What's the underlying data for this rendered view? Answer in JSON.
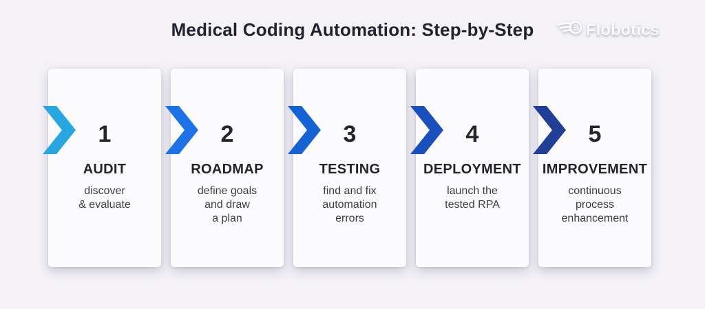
{
  "header": {
    "title": "Medical Coding Automation: Step-by-Step"
  },
  "logo": {
    "text": "Flobotics"
  },
  "steps": [
    {
      "number": "1",
      "title": "AUDIT",
      "description": "discover\n& evaluate",
      "chevron_color": "#27a7e0"
    },
    {
      "number": "2",
      "title": "ROADMAP",
      "description": "define goals\nand draw\na plan",
      "chevron_color": "#1d72e7"
    },
    {
      "number": "3",
      "title": "TESTING",
      "description": "find and fix\nautomation\nerrors",
      "chevron_color": "#1562d5"
    },
    {
      "number": "4",
      "title": "DEPLOYMENT",
      "description": "launch the\ntested RPA",
      "chevron_color": "#1a4fbe"
    },
    {
      "number": "5",
      "title": "IMPROVEMENT",
      "description": "continuous\nprocess\nenhancement",
      "chevron_color": "#213f97"
    }
  ],
  "colors": {
    "background": "#f4f2f7",
    "card": "#fbfbfd",
    "heading_text": "#23222e",
    "body_text": "#3c3b46"
  }
}
